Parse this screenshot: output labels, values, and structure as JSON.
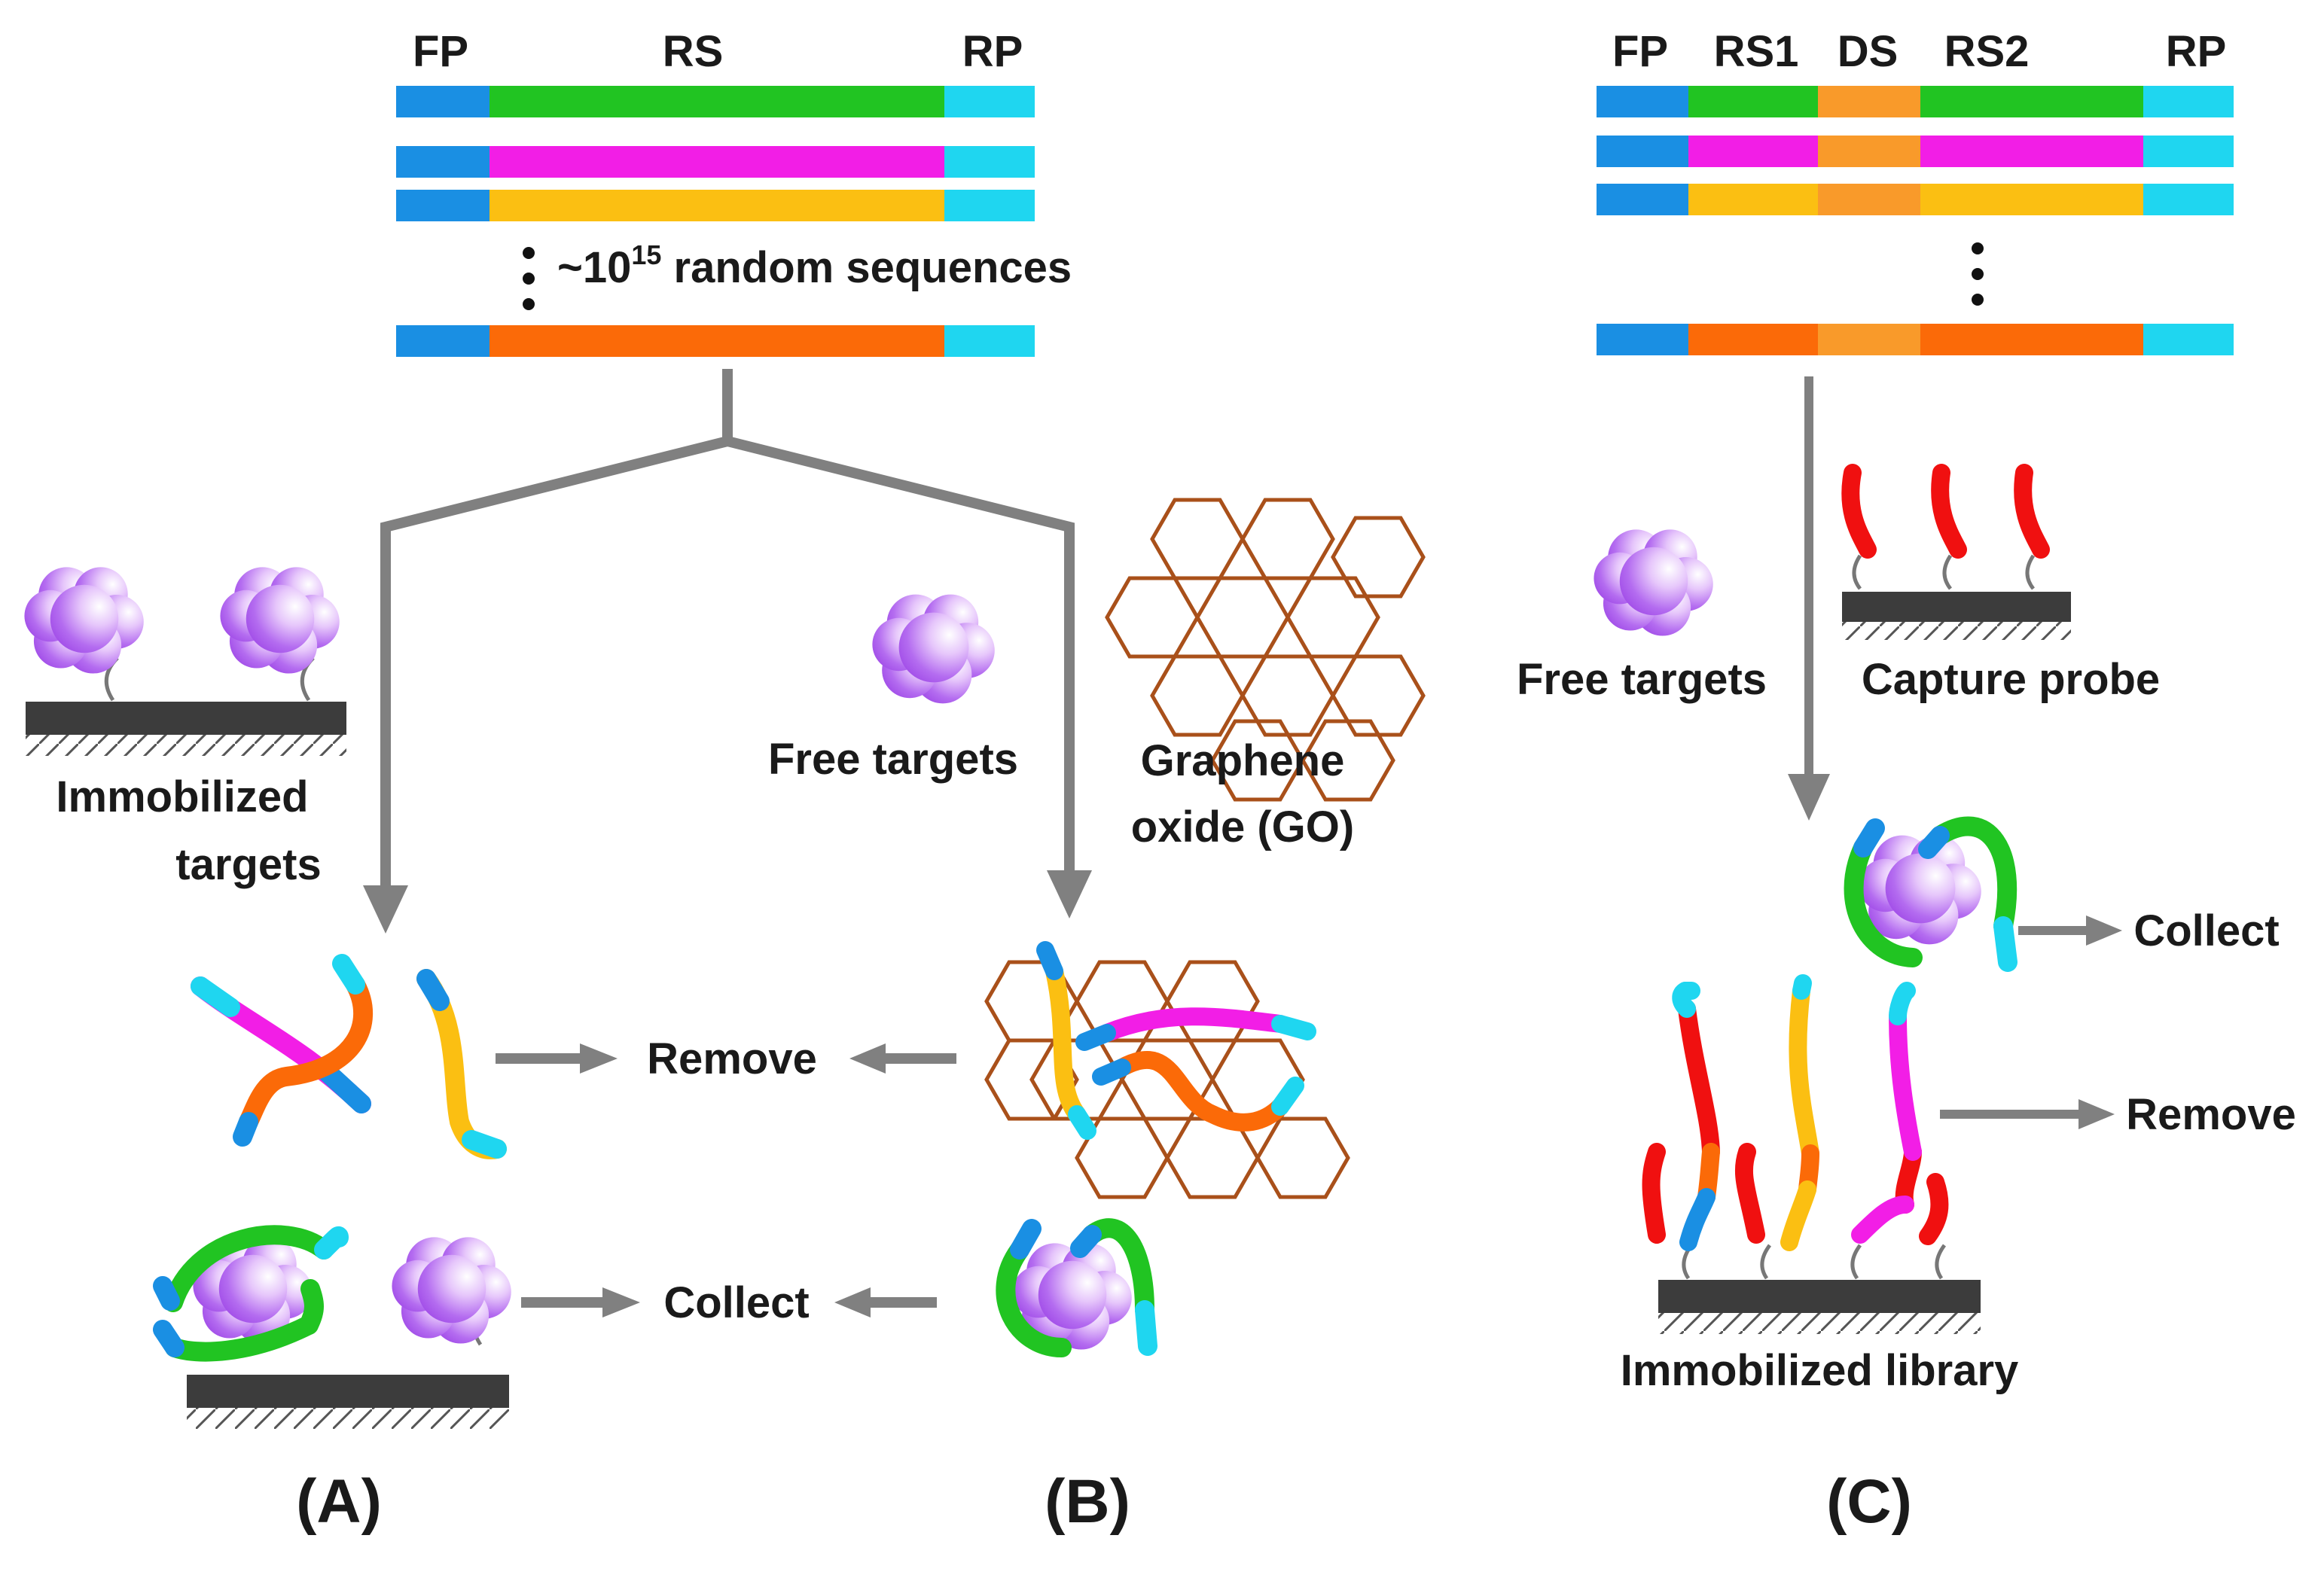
{
  "libraryA": {
    "fp": "FP",
    "rs": "RS",
    "rp": "RP",
    "random_prefix": "~10",
    "random_exp": "15",
    "random_suffix": " random sequences"
  },
  "libraryC": {
    "fp": "FP",
    "rs1": "RS1",
    "ds": "DS",
    "rs2": "RS2",
    "rp": "RP"
  },
  "labels": {
    "immobilized_line1": "Immobilized",
    "immobilized_line2": "targets",
    "free_targets_b": "Free targets",
    "graphene_line1": "Graphene",
    "graphene_line2": "oxide (GO)",
    "remove_ab": "Remove",
    "collect_ab": "Collect",
    "free_targets_c": "Free targets",
    "capture_probe": "Capture probe",
    "collect_c": "Collect",
    "remove_c": "Remove",
    "immobilized_library": "Immobilized library"
  },
  "panels": {
    "a": "(A)",
    "b": "(B)",
    "c": "(C)"
  },
  "colors": {
    "fp": "#1a8fe3",
    "rp": "#1fd6f0",
    "green": "#21c422",
    "magenta": "#f21ee6",
    "yellow": "#fbbf12",
    "orange": "#fb6a08",
    "ds": "#f99a2a",
    "red": "#f01010",
    "arrow": "#808080",
    "surface": "#3c3c3c",
    "graphene": "#a9501a",
    "target": "#b86af0"
  }
}
